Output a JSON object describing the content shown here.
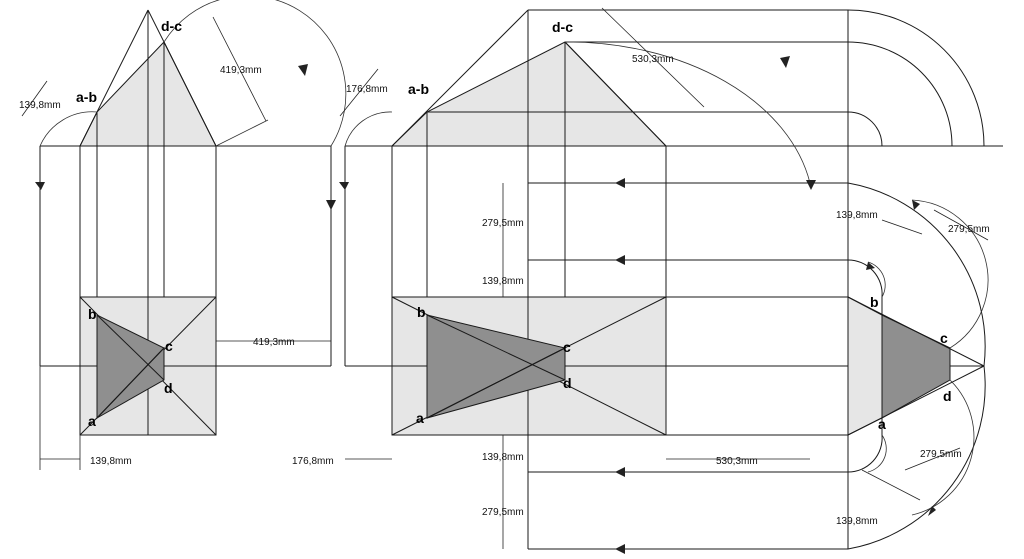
{
  "colors": {
    "background": "#ffffff",
    "line": "#1a1a1a",
    "light_face": "#e6e6e6",
    "dark_face": "#8f8f8f"
  },
  "left_view": {
    "labels": {
      "ab": "a-b",
      "dc": "d-c",
      "a": "a",
      "b": "b",
      "c": "c",
      "d": "d"
    },
    "dims": {
      "d1": "139,8mm",
      "d2": "419,3mm",
      "d3": "419,3mm",
      "d4": "139,8mm",
      "d5": "176,8mm"
    }
  },
  "right_view": {
    "labels": {
      "ab": "a-b",
      "dc": "d-c",
      "a": "a",
      "b": "b",
      "c": "c",
      "d": "d"
    },
    "dims": {
      "d1": "176,8mm",
      "d2": "530,3mm",
      "d3": "279,5mm",
      "d4": "139,8mm",
      "d5": "530,3mm",
      "d6": "139,8mm",
      "d7": "279,5mm"
    }
  },
  "side_view": {
    "labels": {
      "a": "a",
      "b": "b",
      "c": "c",
      "d": "d"
    },
    "dims": {
      "d1": "139,8mm",
      "d2": "279,5mm",
      "d3": "279,5mm",
      "d4": "139,8mm"
    }
  }
}
